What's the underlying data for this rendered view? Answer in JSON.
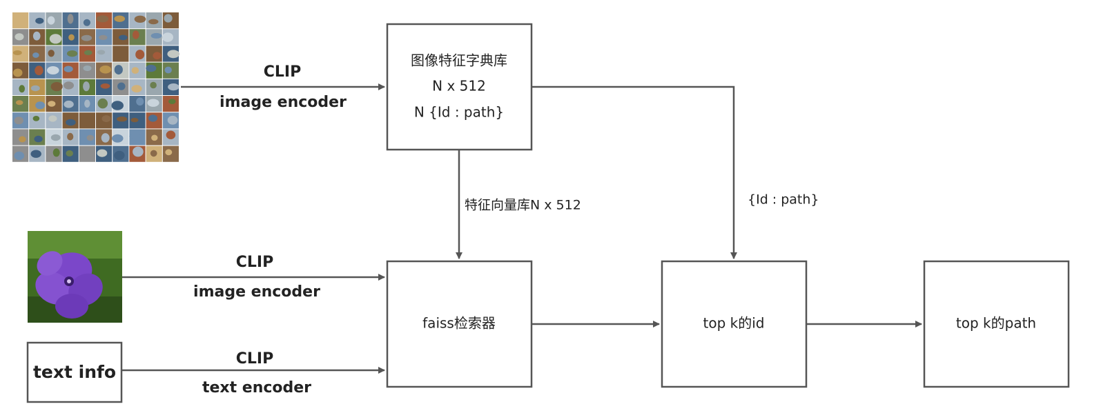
{
  "colors": {
    "stroke": "#555555",
    "text": "#222222",
    "flower_purple": "#7b47c9",
    "flower_green": "#4f7a2a"
  },
  "image_grid": {
    "icon": "image-dataset-grid-thumbnail"
  },
  "query_image": {
    "icon": "purple-flower-photo"
  },
  "text_info": {
    "label": "text info"
  },
  "edges": {
    "image_to_db": {
      "line1": "CLIP",
      "line2": "image encoder"
    },
    "query_image_to_faiss": {
      "line1": "CLIP",
      "line2": "image encoder"
    },
    "text_to_faiss": {
      "line1": "CLIP",
      "line2": "text encoder"
    },
    "db_to_faiss": {
      "label": "特征向量库N x 512"
    },
    "db_to_topk_id": {
      "label": "{Id : path}"
    }
  },
  "nodes": {
    "feature_db": {
      "line1": "图像特征字典库",
      "line2": "N x 512",
      "line3": "N {Id : path}"
    },
    "faiss": {
      "label": "faiss检索器"
    },
    "topk_id": {
      "label": "top k的id"
    },
    "topk_path": {
      "label": "top k的path"
    }
  }
}
